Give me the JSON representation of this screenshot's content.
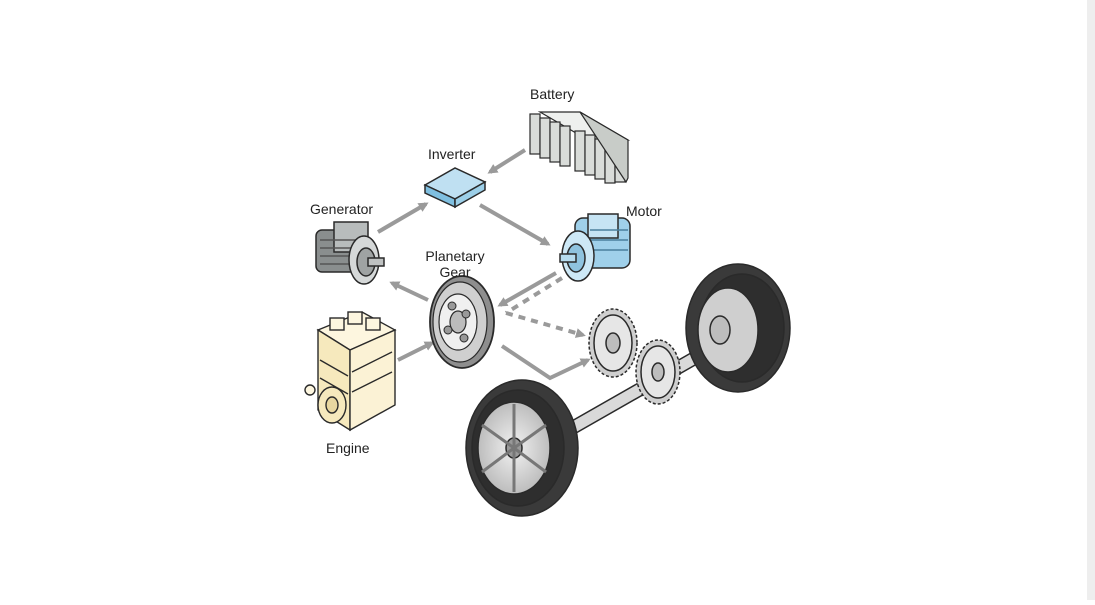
{
  "diagram": {
    "labels": {
      "battery": "Battery",
      "inverter": "Inverter",
      "generator": "Generator",
      "motor": "Motor",
      "planetary_line1": "Planetary",
      "planetary_line2": "Gear",
      "engine": "Engine"
    },
    "colors": {
      "arrow": "#9a9a9a",
      "outline": "#2a2a2a",
      "inverter_fill": "#bfe0f2",
      "motor_fill": "#cde8f6",
      "battery_fill": "#d9dcd9",
      "engine_fill": "#fbf2d5",
      "tire": "#3a3a3a",
      "axle": "#d9d9d9"
    }
  }
}
